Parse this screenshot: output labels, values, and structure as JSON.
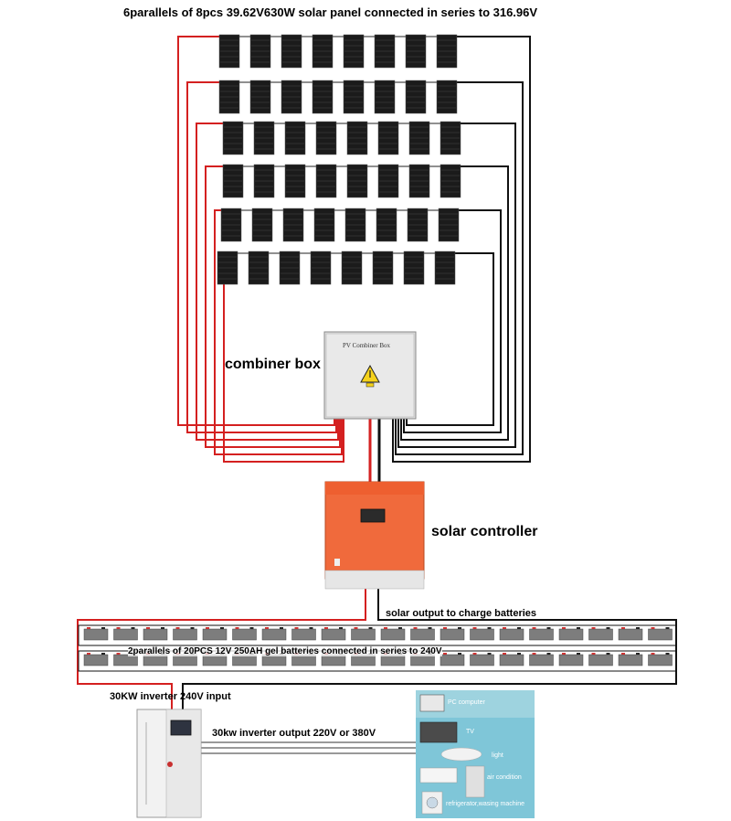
{
  "title": "6parallels of 8pcs 39.62V630W solar panel connected in series to 316.96V",
  "labels": {
    "combiner_box": "combiner box",
    "combiner_box_plate": "PV Combiner Box",
    "solar_controller": "solar controller",
    "charge_output": "solar output to charge batteries",
    "battery_bank": "2parallels of 20PCS 12V 250AH gel batteries connected in series to 240V",
    "inverter_input": "30KW inverter 240V input",
    "inverter_output": "30kw inverter output 220V or 380V"
  },
  "appliances": [
    {
      "label": "PC computer"
    },
    {
      "label": "TV"
    },
    {
      "label": "light"
    },
    {
      "label": "air condition"
    },
    {
      "label": "refrigerator,wasing machine"
    }
  ],
  "polarity": {
    "positive": "+",
    "negative": "−"
  },
  "colors": {
    "positive_wire": "#d42020",
    "negative_wire": "#111111",
    "controller": "#f06a3c",
    "combiner": "#dedede",
    "panel": "#1b1b1b",
    "battery": "#7d7d7d",
    "appliance_bg": "#7fc6d8"
  }
}
